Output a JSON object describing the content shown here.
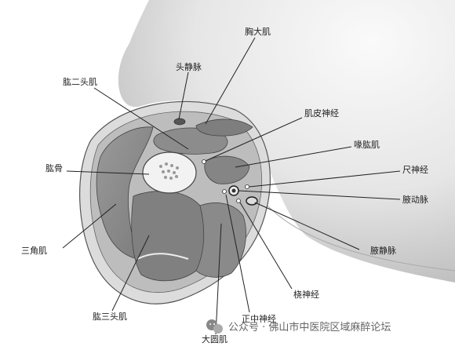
{
  "diagram": {
    "labels": {
      "pectoralis_major": "胸大肌",
      "cephalic_vein": "头静脉",
      "biceps": "肱二头肌",
      "musculocutaneous_nerve": "肌皮神经",
      "coracobrachialis": "喙肱肌",
      "humerus": "肱骨",
      "ulnar_nerve": "尺神经",
      "axillary_artery": "腋动脉",
      "deltoid": "三角肌",
      "axillary_vein": "腋静脉",
      "radial_nerve": "桡神经",
      "triceps": "肱三头肌",
      "median_nerve": "正中神经",
      "teres_major": "大圆肌"
    },
    "watermark": {
      "text": "公众号 · 佛山市中医院区域麻醉论坛",
      "icon": "wechat-icon"
    }
  }
}
